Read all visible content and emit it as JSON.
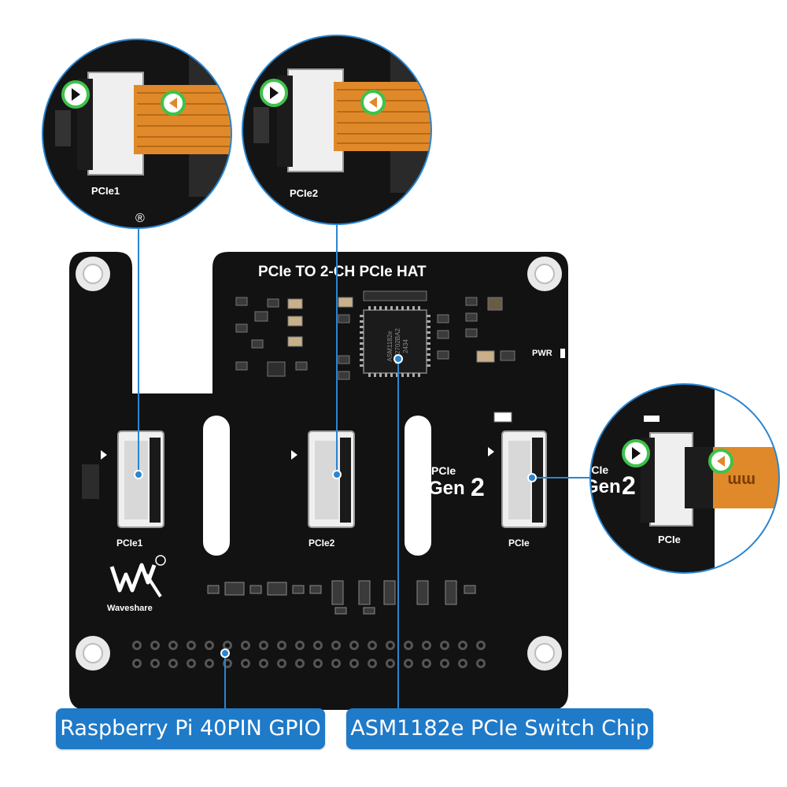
{
  "board": {
    "title": "PCIe TO 2-CH PCIe HAT",
    "brand": "Waveshare",
    "pwr_label": "PWR",
    "chip_marking": [
      "ASM1182e",
      "BIV2702BA2",
      "2434"
    ]
  },
  "connectors": {
    "pcie1_label": "PCIe1",
    "pcie2_label": "PCIe2",
    "pcie_label": "PCIe",
    "gen_prefix": "PCIe",
    "gen_word": "Gen",
    "gen_num": "2"
  },
  "zooms": {
    "pcie1_label": "PCIe1",
    "pcie2_label": "PCIe2",
    "pcie_label": "PCIe",
    "gen_prefix": "PCIe",
    "gen_word": "Gen",
    "gen_num": "2",
    "cable_text": "mm"
  },
  "callouts": {
    "gpio": "Raspberry Pi 40PIN GPIO",
    "chip": "ASM1182e PCIe Switch Chip"
  },
  "colors": {
    "pcb": "#121212",
    "callout_bg": "#1f7ac8",
    "leader_line": "#2a85d0",
    "ring_outline": "#2a85d0",
    "fpc_cable": "#e0892a",
    "orientation_marker": "#3ec24a",
    "silkscreen": "#ffffff"
  }
}
